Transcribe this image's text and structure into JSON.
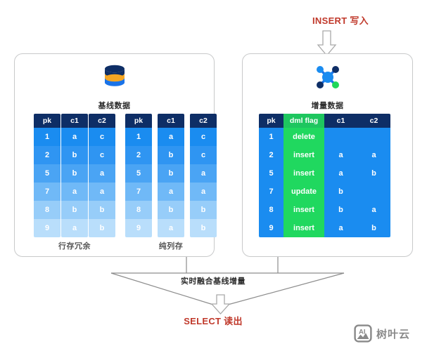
{
  "diagram": {
    "insert_label": "INSERT 写入",
    "select_label": "SELECT 读出",
    "merge_label": "实时融合基线增量"
  },
  "baseline_panel": {
    "icon": "database-cylinder-icon",
    "caption": "基线数据",
    "row_store": {
      "label": "行存冗余",
      "headers": [
        "pk",
        "c1",
        "c2"
      ],
      "rows": [
        [
          "1",
          "a",
          "c"
        ],
        [
          "2",
          "b",
          "c"
        ],
        [
          "5",
          "b",
          "a"
        ],
        [
          "7",
          "a",
          "a"
        ],
        [
          "8",
          "b",
          "b"
        ],
        [
          "9",
          "a",
          "b"
        ]
      ]
    },
    "column_store": {
      "label": "纯列存",
      "headers": [
        "pk",
        "c1",
        "c2"
      ],
      "rows": [
        [
          "1",
          "a",
          "c"
        ],
        [
          "2",
          "b",
          "c"
        ],
        [
          "5",
          "b",
          "a"
        ],
        [
          "7",
          "a",
          "a"
        ],
        [
          "8",
          "b",
          "b"
        ],
        [
          "9",
          "a",
          "b"
        ]
      ]
    }
  },
  "delta_panel": {
    "icon": "network-node-icon",
    "caption": "增量数据",
    "table": {
      "headers": [
        "pk",
        "dml flag",
        "c1",
        "c2"
      ],
      "rows": [
        [
          "1",
          "delete",
          "",
          ""
        ],
        [
          "2",
          "insert",
          "a",
          "a"
        ],
        [
          "5",
          "insert",
          "a",
          "b"
        ],
        [
          "7",
          "update",
          "b",
          ""
        ],
        [
          "8",
          "insert",
          "b",
          "a"
        ],
        [
          "9",
          "insert",
          "a",
          "b"
        ]
      ]
    }
  },
  "watermark": {
    "icon": "ai-image-icon",
    "badge": "AI",
    "text": "树叶云"
  },
  "colors": {
    "accent_red": "#c0392b",
    "header_navy": "#0e2e66",
    "blue": "#1a8cf0",
    "green": "#20d85f",
    "border_gray": "#c8c9ca"
  }
}
